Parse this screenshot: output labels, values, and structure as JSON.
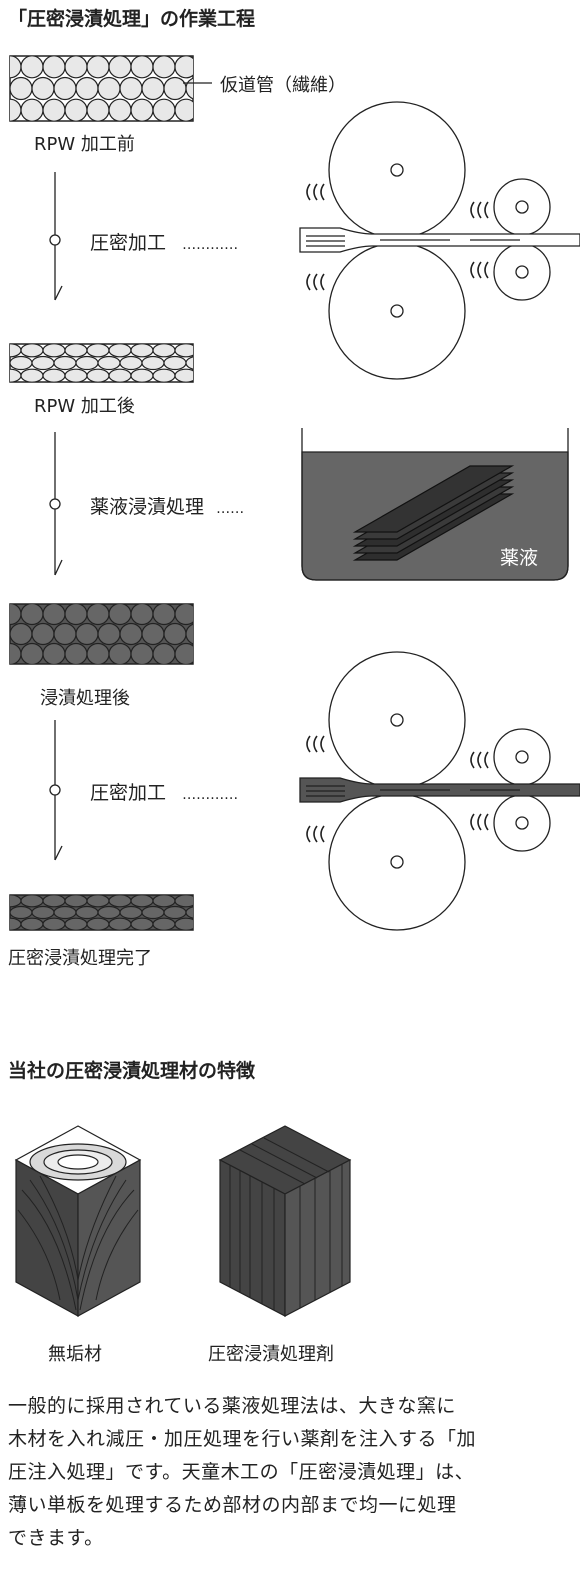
{
  "section1": {
    "title": "「圧密浸漬処理」の作業工程",
    "fiber_label": "仮道管（繊維）",
    "stages": [
      {
        "label": "RPW 加工前"
      },
      {
        "label": "RPW 加工後"
      },
      {
        "label": "浸漬処理後"
      },
      {
        "label": "圧密浸漬処理完了"
      }
    ],
    "steps": [
      {
        "label": "圧密加工",
        "dots": "…………"
      },
      {
        "label": "薬液浸漬処理",
        "dots": "……"
      },
      {
        "label": "圧密加工",
        "dots": "…………"
      }
    ],
    "tank_label": "薬液"
  },
  "section2": {
    "title": "当社の圧密浸漬処理材の特徴",
    "cube_labels": [
      "無垢材",
      "圧密浸漬処理剤"
    ],
    "paragraph_lines": [
      "一般的に採用されている薬液処理法は、大きな窯に",
      "木材を入れ減圧・加圧処理を行い薬剤を注入する「加",
      "圧注入処理」です。天童木工の「圧密浸漬処理」は、",
      "薄い単板を処理するため部材の内部まで均一に処理",
      "できます。"
    ]
  },
  "colors": {
    "ink": "#222222",
    "dark_fill": "#555555",
    "light_circle": "#e6e6e6",
    "liquid": "#666666"
  }
}
